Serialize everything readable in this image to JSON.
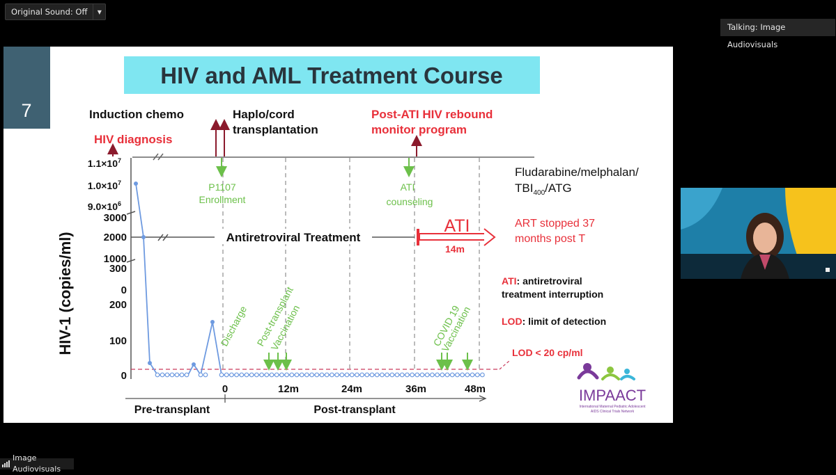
{
  "meeting": {
    "sound_button": "Original Sound: Off",
    "talking": "Talking: Image Audiovisuals",
    "participant": "Image Audiovisuals"
  },
  "slide": {
    "number": "7",
    "title": "HIV and AML Treatment Course",
    "events_top": {
      "induction": "Induction chemo",
      "hiv_dx": "HIV diagnosis",
      "haplo1": "Haplo/cord",
      "haplo2": "transplantation",
      "postati1": "Post-ATI HIV rebound",
      "postati2": "monitor program"
    },
    "y_axis_label": "HIV-1 (copies/ml)",
    "y_ticks": [
      "1.1×10",
      "1.0×10",
      "9.0×10",
      "3000",
      "2000",
      "1000",
      "300",
      "0",
      "200",
      "100",
      "0"
    ],
    "y_exp": "7",
    "y_exp2": "6",
    "x_ticks": [
      "0",
      "12m",
      "24m",
      "36m",
      "48m"
    ],
    "milestones": {
      "p1107_1": "P1107",
      "p1107_2": "Enrollment",
      "ati_c1": "ATI",
      "ati_c2": "counseling",
      "art": "Antiretroviral Treatment",
      "ati_big": "ATI",
      "ati_dur": "14m",
      "discharge": "Discharge",
      "ptv1": "Post-transplant",
      "ptv2": "Vaccination",
      "cov1": "COVID 19",
      "cov2": "Vaccination",
      "lod_line": "LOD < 20 cp/ml"
    },
    "side_notes": {
      "regimen1": "Fludarabine/melphalan/",
      "regimen2a": "TBI",
      "regimen2sub": "400",
      "regimen2b": "/ATG",
      "art_stop1": "ART stopped  37",
      "art_stop2": "months post T",
      "ati_def_term": "ATI",
      "ati_def1": ": antiretroviral",
      "ati_def2": "treatment interruption",
      "lod_def_term": "LOD",
      "lod_def": ": limit of detection"
    },
    "phases": {
      "pre": "Pre-transplant",
      "post": "Post-transplant"
    },
    "logo": "IMPAACT",
    "logo_tagline1": "International Maternal Pediatric Adolescent",
    "logo_tagline2": "AIDS Clinical Trials Network",
    "colors": {
      "red": "#e8303a",
      "green": "#6cc04a",
      "blue": "#5b8fd8",
      "title_bg": "#7fe6f1",
      "num_bg": "#3f6172"
    }
  }
}
